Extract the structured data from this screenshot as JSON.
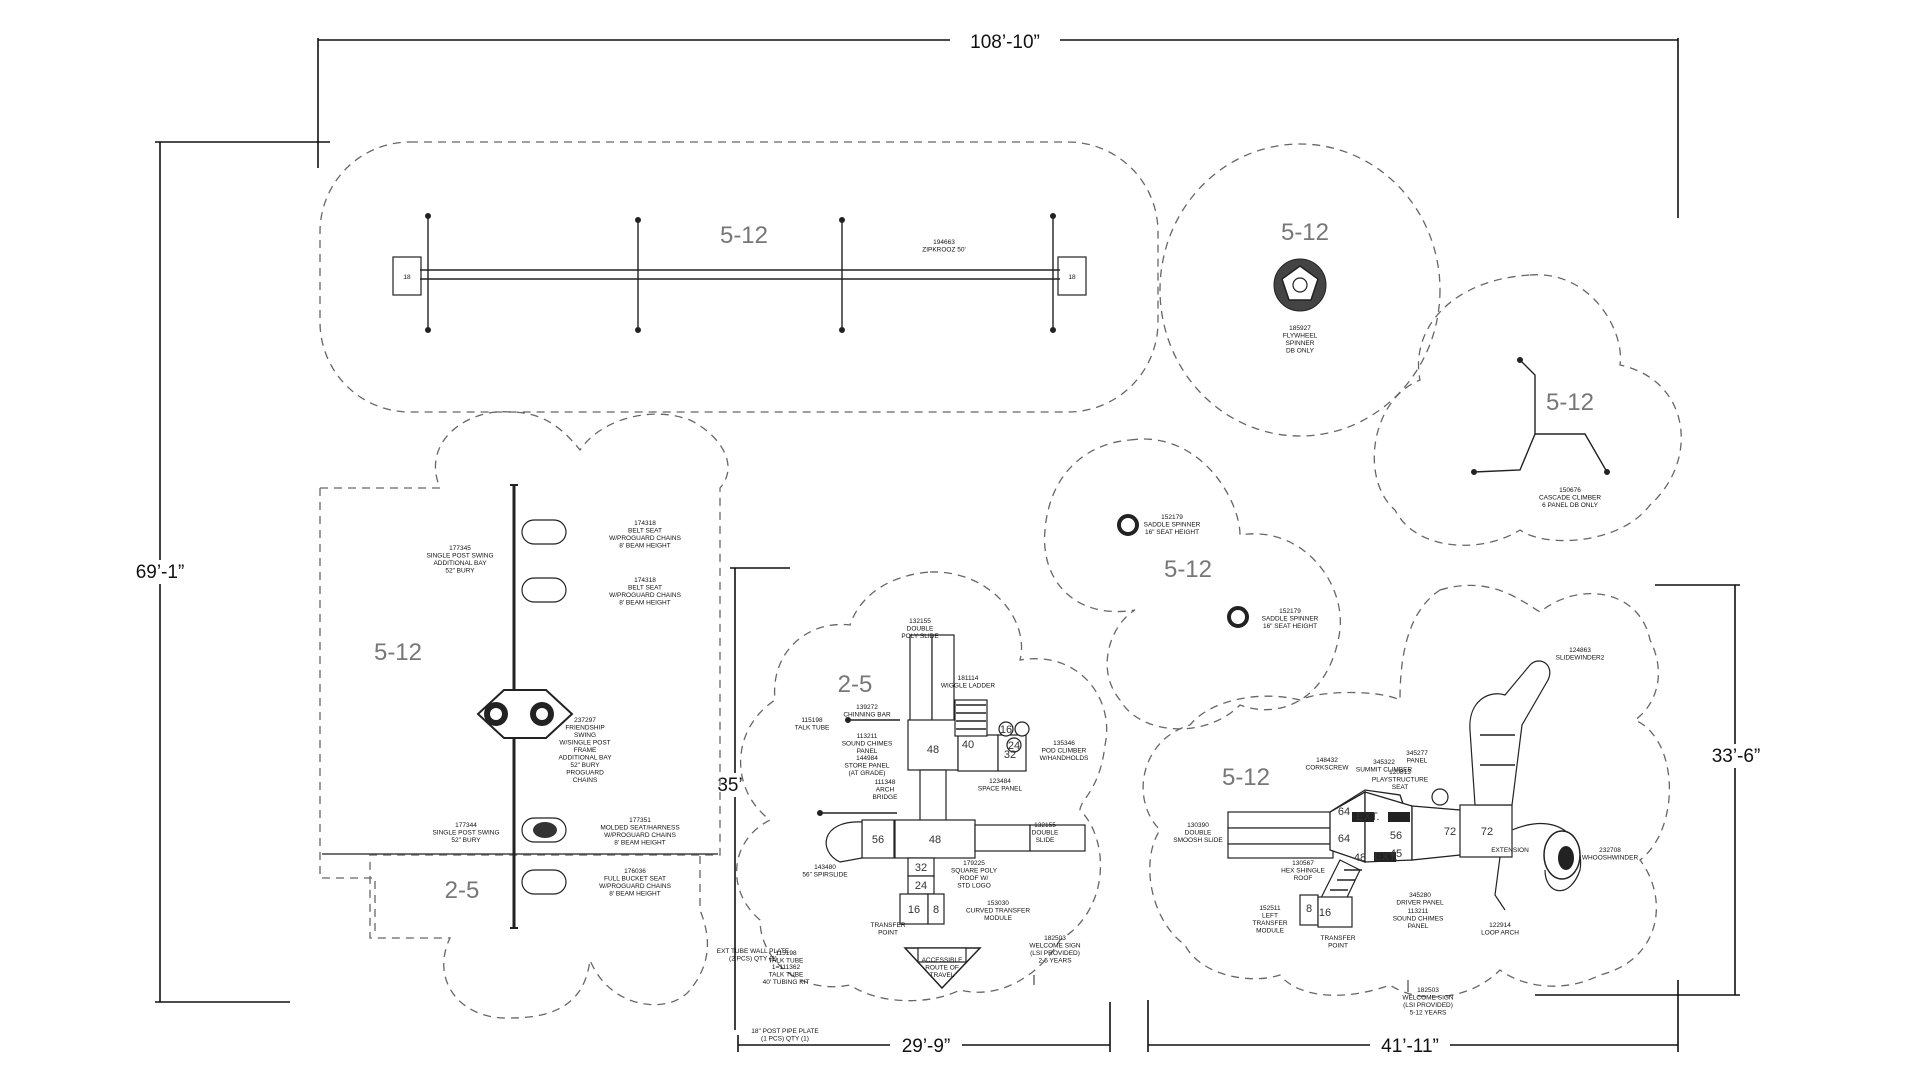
{
  "dimensions": {
    "overall_width": "108’-10”",
    "overall_height": "69’-1”",
    "tot_height": "35’",
    "tot_width": "29’-9”",
    "main_height": "33’-6”",
    "main_width": "41’-11”"
  },
  "age_groups": {
    "zipline": "5-12",
    "flywheel": "5-12",
    "cascade": "5-12",
    "swings": "5-12",
    "swings_small": "2-5",
    "saddle": "5-12",
    "tot": "2-5",
    "main": "5-12"
  },
  "zipline": {
    "label": "194663\nZIPKROOZ 50'",
    "end_left": "18",
    "end_right": "18"
  },
  "flywheel": {
    "label": "185927\nFLYWHEEL\nSPINNER\nDB ONLY"
  },
  "cascade": {
    "label": "150676\nCASCADE CLIMBER\n6 PANEL DB ONLY"
  },
  "saddle": {
    "label_1": "152179\nSADDLE SPINNER\n16\" SEAT HEIGHT",
    "label_2": "152179\nSADDLE SPINNER\n16\" SEAT HEIGHT"
  },
  "swings": {
    "belt_1": "174318\nBELT SEAT\nW/PROGUARD CHAINS\n8' BEAM HEIGHT",
    "belt_2": "174318\nBELT SEAT\nW/PROGUARD CHAINS\n8' BEAM HEIGHT",
    "additional_bay": "177345\nSINGLE POST SWING\nADDITIONAL BAY\n52\" BURY",
    "friendship": "237297\nFRIENDSHIP\nSWING\nW/SINGLE POST\nFRAME\nADDITIONAL BAY\n52\" BURY\nPROGUARD\nCHAINS",
    "molded": "177351\nMOLDED SEAT/HARNESS\nW/PROGUARD CHAINS\n8' BEAM HEIGHT",
    "single_post": "177344\nSINGLE POST SWING\n52\" BURY",
    "bucket": "176036\nFULL BUCKET SEAT\nW/PROGUARD CHAINS\n8' BEAM HEIGHT"
  },
  "tot": {
    "poly_slide": "132155\nDOUBLE\nPOLY SLIDE",
    "wiggle_ladder": "181114\nWIGGLE LADDER",
    "chinning_bar": "139272\nCHINNING BAR",
    "talk_tube": "115198\nTALK TUBE",
    "sound_chimes": "113211\nSOUND CHIMES\nPANEL",
    "store_panel": "144984\nSTORE PANEL\n(AT GRADE)",
    "pod_climber": "135346\nPOD CLIMBER\nW/HANDHOLDS",
    "space_panel": "123484\nSPACE PANEL",
    "arch_bridge": "111348\nARCH\nBRIDGE",
    "double_slide": "132155\nDOUBLE\nSLIDE",
    "spiral_slide": "143480\n56\" SPIRSLIDE",
    "square_roof": "179225\nSQUARE POLY\nROOF W/\nSTD LOGO",
    "curved_transfer": "153030\nCURVED TRANSFER\nMODULE",
    "transfer_point": "TRANSFER\nPOINT",
    "welcome_sign": "182503\nWELCOME SIGN\n(LSI PROVIDED)\n2-5 YEARS",
    "accessible": "ACCESSIBLE\nROUTE OF\nTRAVEL",
    "talk_tube_2": "115198\nTALK TUBE",
    "tubing_kit": "1=111362\nTALK TUBE\n40' TUBING KIT",
    "overlap_a": "EXT TUBE WALL PLATE\n(2 PCS) QTY (2)",
    "overlap_b": "18\" POST PIPE PLATE\n(1 PCS) QTY (1)",
    "decks": {
      "d48a": "48",
      "d40": "40",
      "d32a": "32",
      "d16": "16",
      "d24": "24",
      "d48b": "48",
      "d56": "56",
      "d32b": "32",
      "d24b": "24",
      "d16b": "16",
      "d8": "8"
    }
  },
  "main": {
    "slidewinder": "124863\nSLIDEWINDER2",
    "corkscrew": "148432\nCORKSCREW",
    "summit_climber": "345322\nSUMMIT CLIMBER",
    "panel": "345277\nPANEL",
    "playstructure_seat": "120813\nPLAYSTRUCTURE\nSEAT",
    "smooth_slide": "130390\nDOUBLE\nSMOOSH SLIDE",
    "hex_roof": "130567\nHEX SHINGLE\nROOF",
    "whooshwinder": "232708\nWHOOSHWINDER",
    "extension": "EXTENSION",
    "left_transfer": "152511\nLEFT\nTRANSFER\nMODULE",
    "driver_panel": "345280\nDRIVER PANEL",
    "chimes": "113211\nSOUND CHIMES\nPANEL",
    "loop_arch": "122914\nLOOP ARCH",
    "transfer_point": "TRANSFER\nPOINT",
    "welcome_sign": "182503\nWELCOME SIGN\n(LSI PROVIDED)\n5-12 YEARS",
    "decks": {
      "d64a": "64",
      "ext1": "EXT.",
      "d64b": "64",
      "d56": "56",
      "ext2": "EXT.",
      "d48": "48",
      "d45": "45",
      "d72a": "72",
      "d72b": "72",
      "d16": "16",
      "d8": "8"
    }
  },
  "colors": {
    "line": "#111111",
    "zone": "#666666",
    "age": "#777777"
  }
}
